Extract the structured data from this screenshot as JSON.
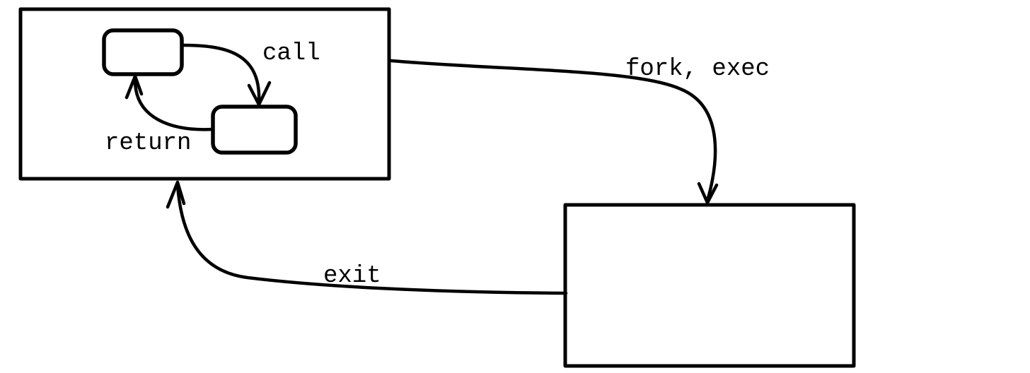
{
  "diagram": {
    "description": "Process state diagram with an outer process box containing two routine nodes cycling via call/return, connected to a separate process box via fork-exec and exit transitions",
    "colors": {
      "background": "#ffffff",
      "line": "#000000",
      "text": "#000000"
    },
    "nodes": {
      "outer_left_box": {
        "label": ""
      },
      "inner_top_node": {
        "label": ""
      },
      "inner_bottom_node": {
        "label": ""
      },
      "right_box": {
        "label": ""
      }
    },
    "edges": {
      "call": {
        "label": "call"
      },
      "return": {
        "label": "return"
      },
      "fork_exec": {
        "label": "fork, exec"
      },
      "exit": {
        "label": "exit"
      }
    }
  }
}
